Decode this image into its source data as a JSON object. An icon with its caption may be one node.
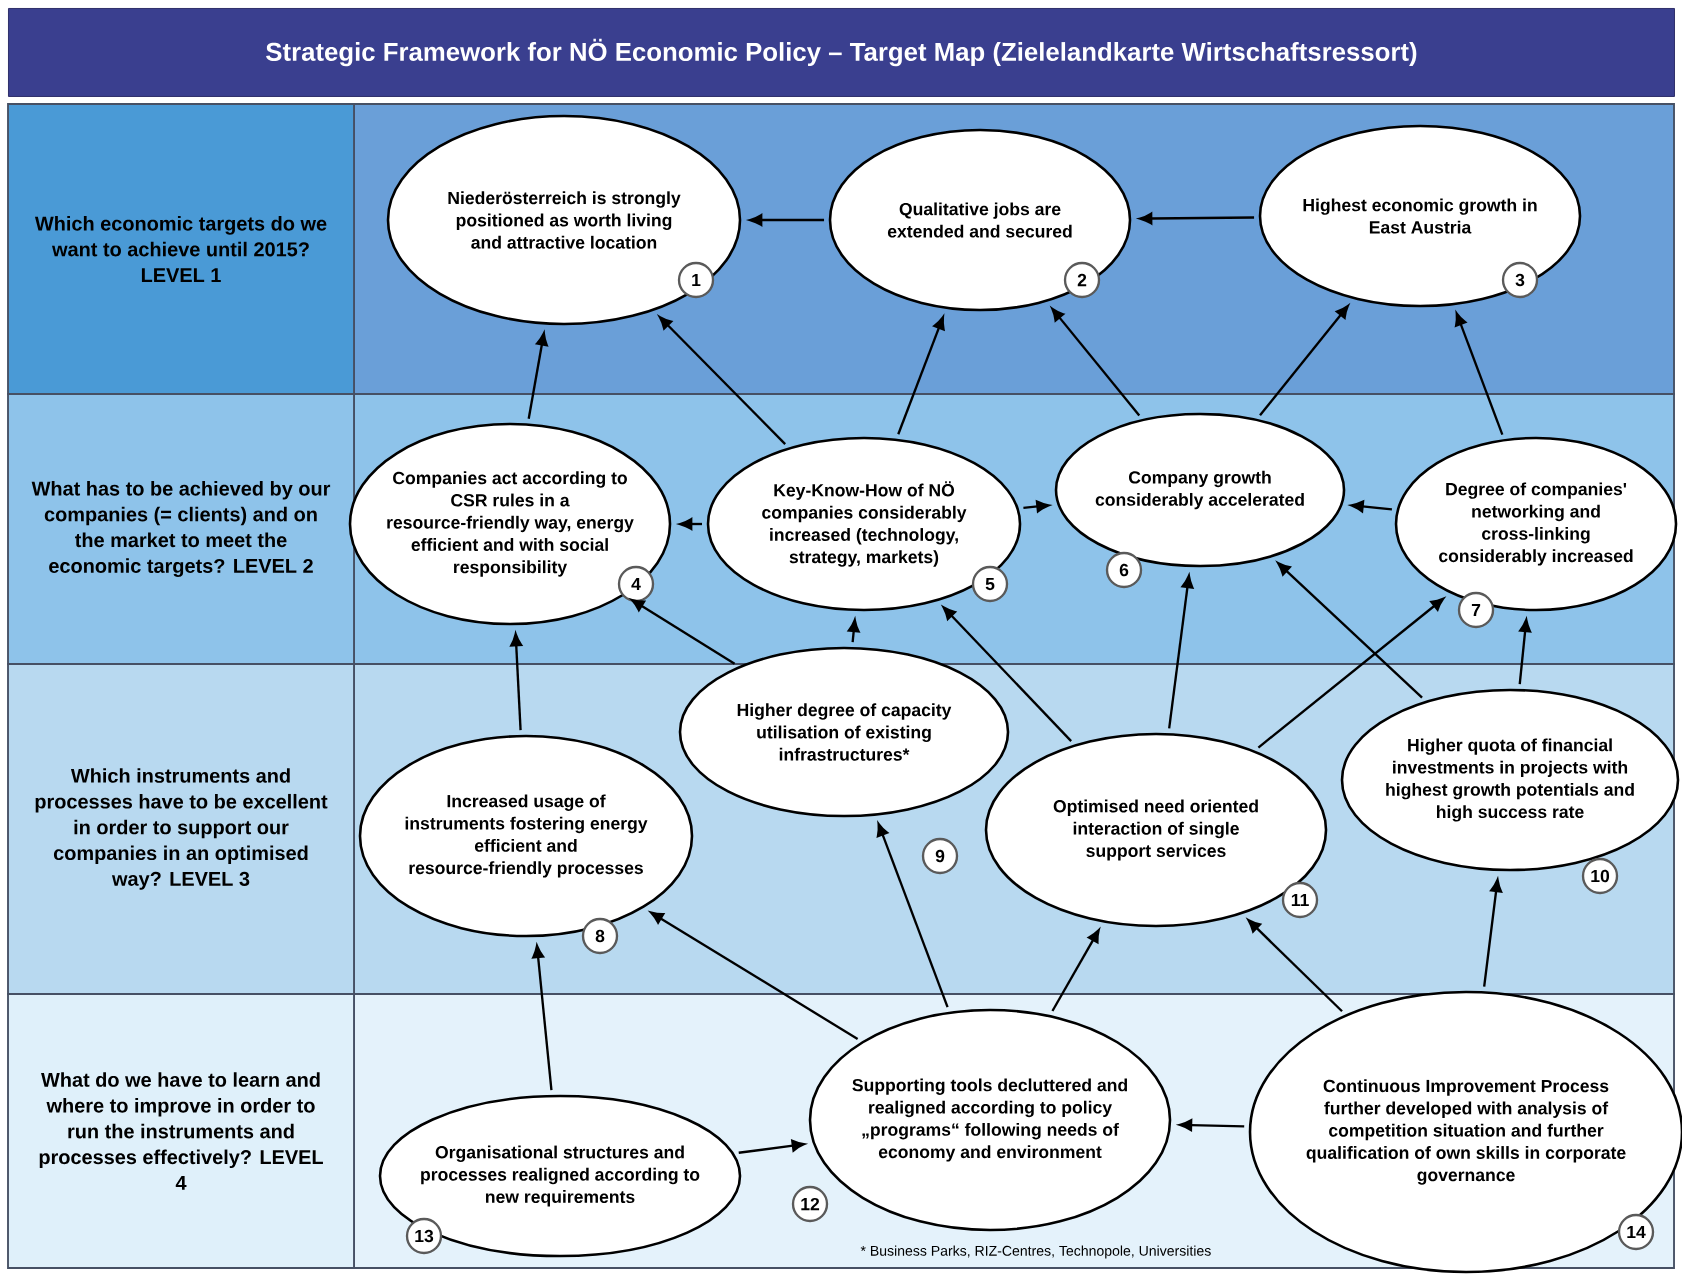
{
  "diagram": {
    "title": "Strategic Framework for NÖ Economic Policy – Target Map (Zielelandkarte Wirtschaftsressort)",
    "nodes": [
      {
        "text": [
          "Which economic targets do we want to achieve until 2015? LEVEL 1"
        ]
      },
      {
        "text": [
          "Niederösterreich is strongly positioned as worth living and attractive location",
          "1"
        ]
      },
      {
        "text": [
          "Qualitative jobs are extended and secured",
          "2"
        ]
      },
      {
        "text": [
          "Highest economic growth in East Austria",
          "3"
        ]
      },
      {
        "text": [
          "What has to be achieved by our companies (= clients) and on the market to meet the economic targets? LEVEL 2"
        ]
      },
      {
        "text": [
          "Companies act according to CSR rules in a resource-friendly way, energy efficient and with social responsibility",
          "4"
        ]
      },
      {
        "text": [
          "Key-Know-How of NÖ companies considerably increased (technology, strategy, markets)",
          "5"
        ]
      },
      {
        "text": [
          "Company growth considerably accelerated",
          "6"
        ]
      },
      {
        "text": [
          "Degree of companies' networking and cross-linking considerably increased",
          "7"
        ]
      },
      {
        "text": [
          "Which instruments and processes have to be excellent in order to support our companies in an optimised way? LEVEL 3"
        ]
      },
      {
        "text": [
          "Increased usage of instruments fostering energy efficient and resource-friendly processes",
          "8"
        ]
      },
      {
        "text": [
          "Higher degree of capacity utilisation of existing infrastructures*",
          "9"
        ]
      },
      {
        "text": [
          "Optimised need oriented interaction of single support services",
          "11"
        ]
      },
      {
        "text": [
          "Higher quota of financial investments in projects with highest growth potentials and high success rate",
          "10"
        ]
      },
      {
        "text": [
          "What do we have to learn and where to improve in order to run the instruments and processes effectively? LEVEL 4"
        ]
      },
      {
        "text": [
          "Organisational structures and processes realigned according to new requirements",
          "13"
        ]
      },
      {
        "text": [
          "Supporting tools decluttered and realigned according to policy „programs“ following needs of economy and environment",
          "12"
        ]
      },
      {
        "text": [
          "Continuous Improvement Process further developed with analysis of competition situation and further qualification of own skills in corporate governance",
          "14"
        ]
      }
    ],
    "edges": [
      {
        "from": 2,
        "to": 1,
        "arrow": "to"
      },
      {
        "from": 3,
        "to": 2,
        "arrow": "to"
      },
      {
        "from": 5,
        "to": 1,
        "arrow": "to"
      },
      {
        "from": 6,
        "to": 1,
        "arrow": "to"
      },
      {
        "from": 6,
        "to": 2,
        "arrow": "to"
      },
      {
        "from": 7,
        "to": 2,
        "arrow": "to"
      },
      {
        "from": 7,
        "to": 3,
        "arrow": "to"
      },
      {
        "from": 8,
        "to": 3,
        "arrow": "to"
      },
      {
        "from": 6,
        "to": 5,
        "arrow": "to"
      },
      {
        "from": 6,
        "to": 7,
        "arrow": "to"
      },
      {
        "from": 8,
        "to": 7,
        "arrow": "to"
      },
      {
        "from": 10,
        "to": 5,
        "arrow": "to"
      },
      {
        "from": 11,
        "to": 5,
        "arrow": "to"
      },
      {
        "from": 11,
        "to": 6,
        "arrow": "to"
      },
      {
        "from": 12,
        "to": 6,
        "arrow": "to"
      },
      {
        "from": 12,
        "to": 7,
        "arrow": "to"
      },
      {
        "from": 12,
        "to": 8,
        "arrow": "to"
      },
      {
        "from": 13,
        "to": 7,
        "arrow": "to"
      },
      {
        "from": 13,
        "to": 8,
        "arrow": "to"
      },
      {
        "from": 15,
        "to": 10,
        "arrow": "to"
      },
      {
        "from": 16,
        "to": 10,
        "arrow": "to"
      },
      {
        "from": 16,
        "to": 11,
        "arrow": "to"
      },
      {
        "from": 16,
        "to": 12,
        "arrow": "to"
      },
      {
        "from": 17,
        "to": 12,
        "arrow": "to"
      },
      {
        "from": 17,
        "to": 13,
        "arrow": "to"
      },
      {
        "from": 17,
        "to": 16,
        "arrow": "to"
      },
      {
        "from": 15,
        "to": 16,
        "arrow": "to"
      }
    ],
    "labels": [
      "* Business Parks, RIZ-Centres, Technopole, Universities"
    ]
  }
}
